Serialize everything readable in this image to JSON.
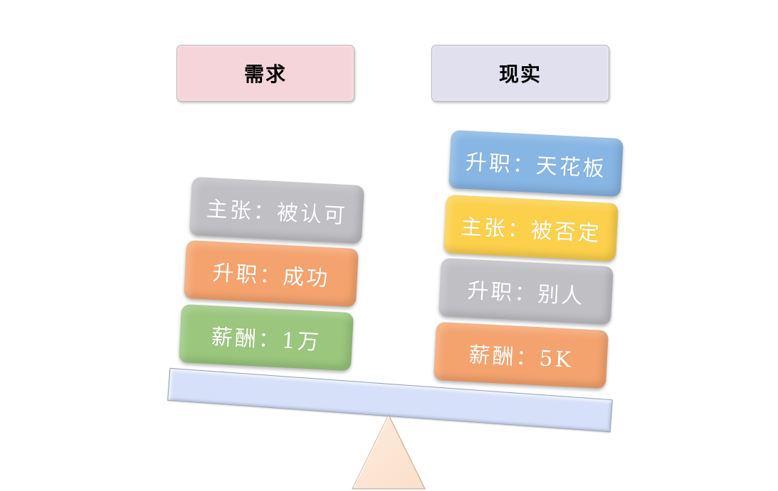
{
  "headers": {
    "left": {
      "label": "需求",
      "color": "#f6d5da"
    },
    "right": {
      "label": "现实",
      "color": "#e1e0ee"
    }
  },
  "left_stack": [
    {
      "label": "主张：被认可",
      "color": "#bfbfc4"
    },
    {
      "label": "升职：成功",
      "color": "#f4a36e"
    },
    {
      "label": "薪酬：1万",
      "color": "#9ac67d"
    }
  ],
  "right_stack": [
    {
      "label": "升职：天花板",
      "color": "#87b5e4"
    },
    {
      "label": "主张：被否定",
      "color": "#fcd04b"
    },
    {
      "label": "升职：别人",
      "color": "#bfbfc4"
    },
    {
      "label": "薪酬：5K",
      "color": "#f4a36e"
    }
  ],
  "beam": {
    "color": "#d6e0f8"
  },
  "fulcrum": {
    "color": "#fde6d6"
  }
}
